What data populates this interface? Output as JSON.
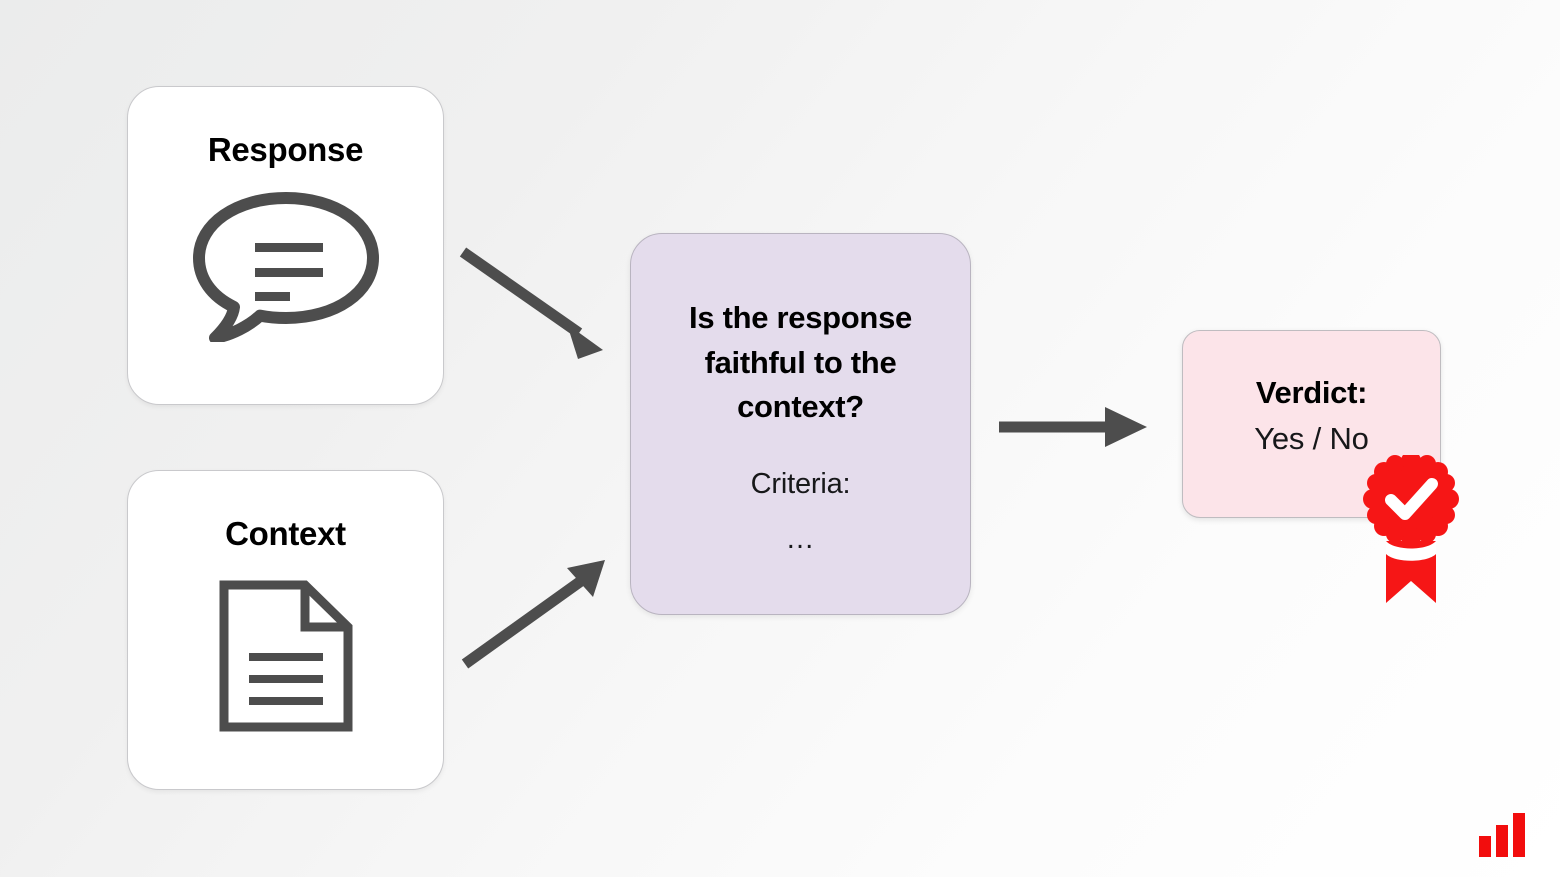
{
  "diagram": {
    "title": "LLM-as-judge faithfulness evaluation flow",
    "background": {
      "gradient_from": "#ebecec",
      "gradient_to": "#ffffff"
    },
    "inputs": [
      {
        "id": "response",
        "label": "Response",
        "icon": "speech-bubble-icon",
        "icon_color": "#4d4d4d",
        "card_color": "#ffffff"
      },
      {
        "id": "context",
        "label": "Context",
        "icon": "document-icon",
        "icon_color": "#4d4d4d",
        "card_color": "#ffffff"
      }
    ],
    "judge": {
      "question": "Is the response faithful to the context?",
      "criteria_label": "Criteria:",
      "criteria_value": "…",
      "box_color": "#e4dcec"
    },
    "verdict": {
      "label": "Verdict:",
      "value": "Yes / No",
      "box_color": "#fce4e9",
      "badge": {
        "icon": "award-badge-check-icon",
        "color": "#f61616",
        "check_color": "#ffffff"
      }
    },
    "arrows": [
      {
        "id": "response-to-judge",
        "from": "response",
        "to": "judge",
        "color": "#4d4d4d"
      },
      {
        "id": "context-to-judge",
        "from": "context",
        "to": "judge",
        "color": "#4d4d4d"
      },
      {
        "id": "judge-to-verdict",
        "from": "judge",
        "to": "verdict",
        "color": "#4d4d4d"
      }
    ],
    "logo": {
      "name": "bar-chart-logo",
      "color": "#f20d0d",
      "bars": [
        20,
        30,
        40
      ]
    }
  }
}
